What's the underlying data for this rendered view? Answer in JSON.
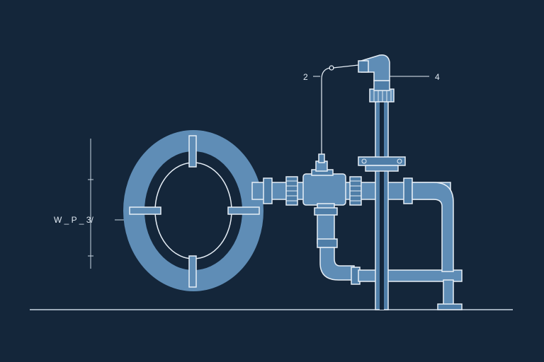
{
  "colors": {
    "background": "#14263a",
    "pipe_fill": "#5f8db6",
    "pipe_dark": "#3f6b93",
    "line": "#e6eef6",
    "ground": "#c9d6e2"
  },
  "labels": {
    "left_annotation": "W _ P _ 3/",
    "top_left_callout": "2",
    "top_right_callout": "4"
  },
  "icons": [
    "actuator-icon",
    "valve-icon",
    "gear-coupling-icon"
  ]
}
